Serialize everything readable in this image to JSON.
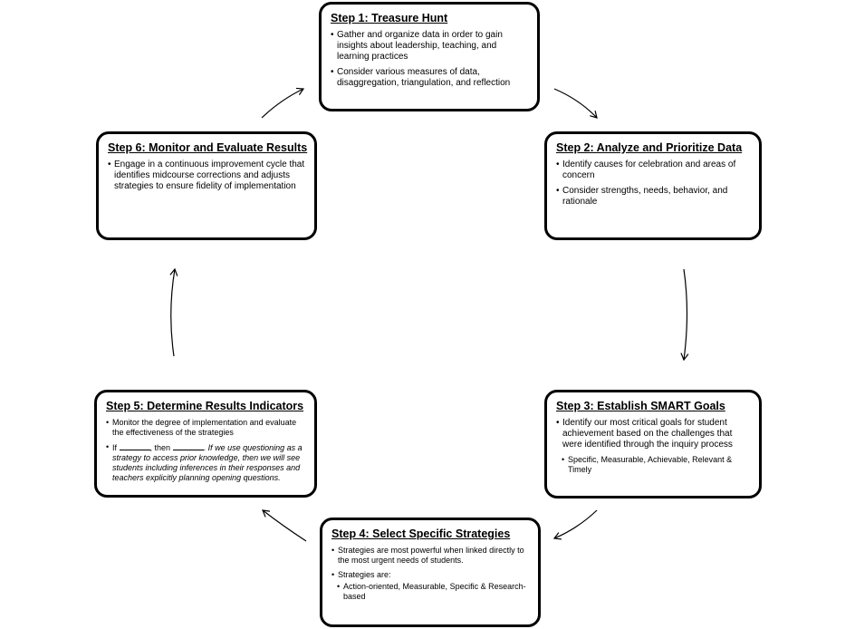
{
  "steps": [
    {
      "title": "Step 1:  Treasure Hunt",
      "bullets": [
        "Gather and organize data in order to gain insights about leadership, teaching, and learning practices",
        "Consider various measures of data, disaggregation, triangulation, and reflection"
      ]
    },
    {
      "title": "Step 2: Analyze and Prioritize Data",
      "bullets": [
        "Identify causes for celebration and areas of concern",
        "Consider strengths, needs, behavior, and rationale"
      ]
    },
    {
      "title": "Step 3: Establish SMART Goals",
      "bullets": [
        "Identify our most critical goals for student achievement based on the challenges that were identified through the inquiry process"
      ],
      "sub_bullets": [
        "Specific, Measurable, Achievable, Relevant & Timely"
      ]
    },
    {
      "title": "Step 4: Select Specific Strategies",
      "bullets": [
        "Strategies are most powerful when linked directly to the most urgent needs of students.",
        "Strategies are:"
      ],
      "sub_bullets": [
        "Action-oriented, Measurable, Specific & Research-based"
      ]
    },
    {
      "title": "Step 5: Determine Results Indicators",
      "bullets": [
        "Monitor the degree of implementation and evaluate the effectiveness of the strategies"
      ],
      "if_then": {
        "if_label": "If",
        "then_label": ",  then",
        "example": "If we use questioning as a strategy to access prior knowledge, then we will see students including inferences in their responses and teachers explicitly planning opening questions."
      }
    },
    {
      "title": "Step 6: Monitor and Evaluate Results",
      "bullets": [
        "Engage in a continuous improvement cycle that identifies midcourse corrections and adjusts strategies to ensure fidelity of implementation"
      ]
    }
  ]
}
